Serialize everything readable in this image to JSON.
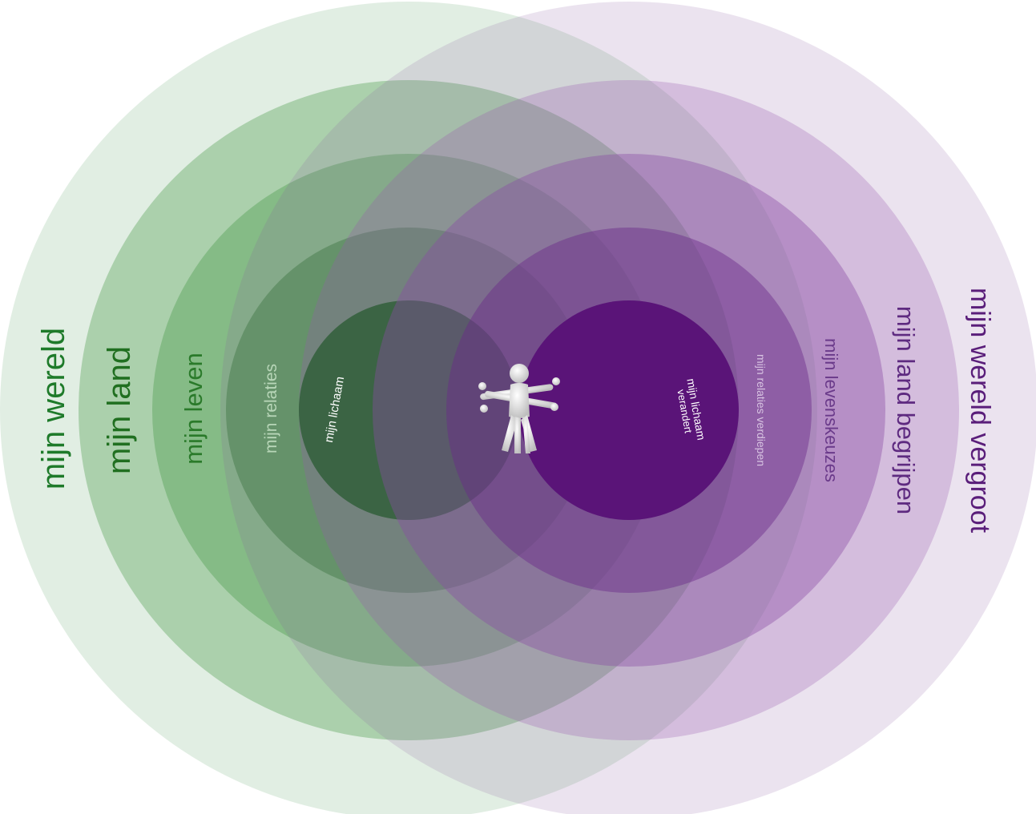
{
  "colors": {
    "green": "#006b00",
    "purple": "#5a1478",
    "figure": "#e6e6e6"
  },
  "left": {
    "rings": [
      {
        "label": "mijn wereld",
        "color": "#2a8a3a",
        "fill_opacity": 0.14
      },
      {
        "label": "mijn land",
        "color": "#2f8a2f",
        "fill_opacity": 0.3
      },
      {
        "label": "mijn leven",
        "color": "#2f8a2f",
        "fill_opacity": 0.3
      },
      {
        "label": "mijn relaties",
        "color": "#1f6e1f",
        "fill_opacity": 0.38
      },
      {
        "label": "mijn lichaam",
        "color": "#006b00",
        "fill_opacity": 1.0
      }
    ]
  },
  "right": {
    "rings": [
      {
        "label": "mijn wereld vergroot",
        "color": "#8a5aa0",
        "fill_opacity": 0.17
      },
      {
        "label": "mijn land begrijpen",
        "color": "#9a5ab0",
        "fill_opacity": 0.28
      },
      {
        "label": "mijn levenskeuzes",
        "color": "#8a4aa6",
        "fill_opacity": 0.4
      },
      {
        "label": "mijn relaties verdiepen",
        "color": "#6a2a8a",
        "fill_opacity": 0.45
      },
      {
        "label": "mijn lichaam verandert",
        "color": "#5a1478",
        "fill_opacity": 1.0
      }
    ]
  },
  "center_icon": "human-figure-icon"
}
